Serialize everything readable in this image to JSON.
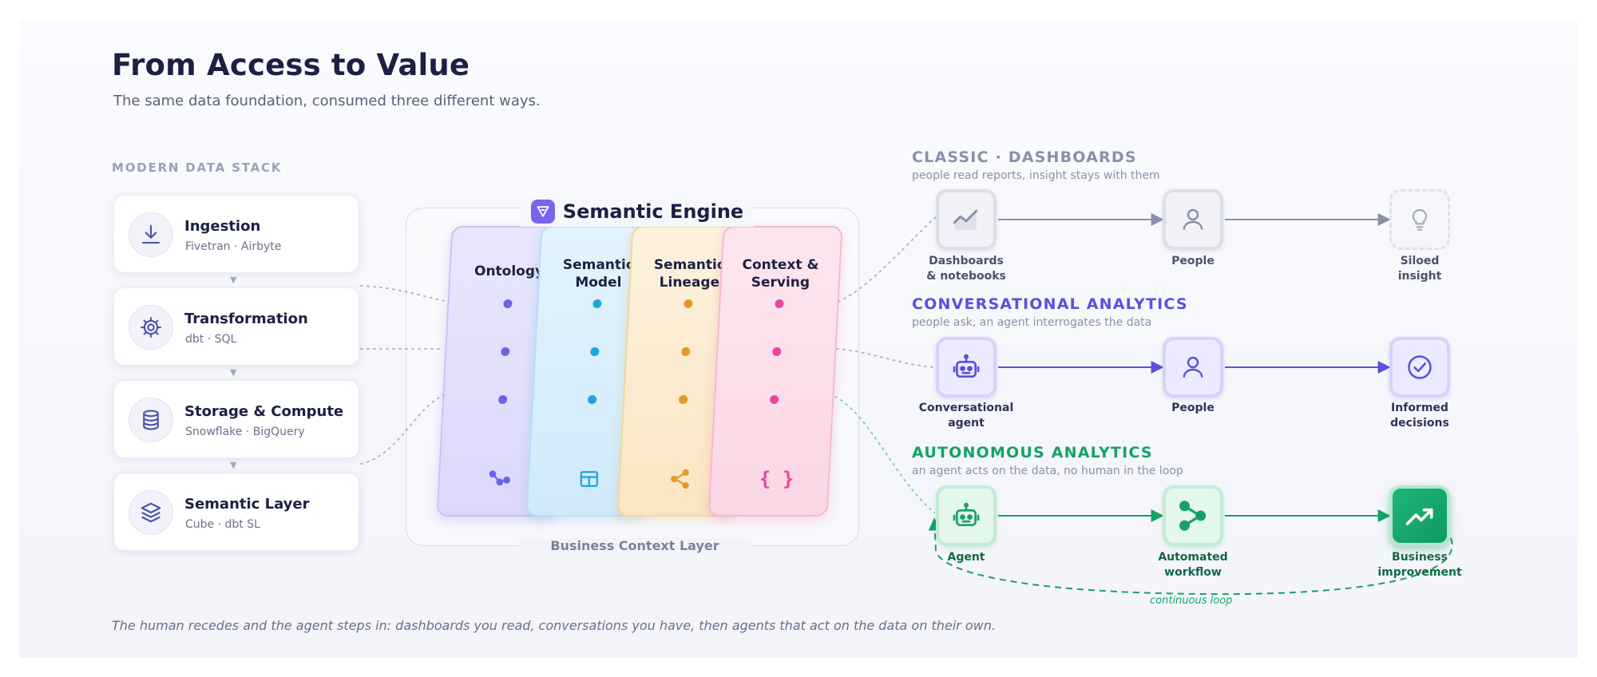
{
  "header": {
    "title": "From Access to Value",
    "subtitle": "The same data foundation, consumed three different ways."
  },
  "stack": {
    "heading": "MODERN DATA STACK",
    "items": [
      {
        "name": "Ingestion",
        "tools": "Fivetran · Airbyte",
        "icon": "download-icon"
      },
      {
        "name": "Transformation",
        "tools": "dbt · SQL",
        "icon": "gear-icon"
      },
      {
        "name": "Storage & Compute",
        "tools": "Snowflake · BigQuery",
        "icon": "database-icon"
      },
      {
        "name": "Semantic Layer",
        "tools": "Cube · dbt SL",
        "icon": "layers-icon"
      }
    ]
  },
  "engine": {
    "title": "Semantic Engine",
    "footer": "Business Context Layer",
    "pillars": [
      {
        "label": "Ontology",
        "color": "#6b63e6",
        "icon": "graph-nodes-icon"
      },
      {
        "label": "Semantic Model",
        "label_line1": "Semantic",
        "label_line2": "Model",
        "color": "#1ea5e0",
        "icon": "table-grid-icon"
      },
      {
        "label": "Semantic Lineage",
        "label_line1": "Semantic",
        "label_line2": "Lineage",
        "color": "#e3982c",
        "icon": "share-icon"
      },
      {
        "label": "Context & Serving",
        "label_line1": "Context &",
        "label_line2": "Serving",
        "color": "#e6489b",
        "icon": "curly-braces-icon"
      }
    ]
  },
  "flows": {
    "classic": {
      "title": "CLASSIC · DASHBOARDS",
      "subtitle": "people read reports, insight stays with them",
      "color": "#8a8fab",
      "nodes": [
        {
          "line1": "Dashboards",
          "line2": "& notebooks",
          "icon": "chart-line-icon"
        },
        {
          "line1": "People",
          "line2": "",
          "icon": "person-icon"
        },
        {
          "line1": "Siloed",
          "line2": "insight",
          "icon": "lightbulb-icon"
        }
      ]
    },
    "conversational": {
      "title": "CONVERSATIONAL ANALYTICS",
      "subtitle": "people ask, an agent interrogates the data",
      "color": "#5b4fe0",
      "nodes": [
        {
          "line1": "Conversational",
          "line2": "agent",
          "icon": "robot-icon"
        },
        {
          "line1": "People",
          "line2": "",
          "icon": "person-icon"
        },
        {
          "line1": "Informed",
          "line2": "decisions",
          "icon": "check-circle-icon"
        }
      ]
    },
    "autonomous": {
      "title": "AUTONOMOUS ANALYTICS",
      "subtitle": "an agent acts on the data, no human in the loop",
      "color": "#16a068",
      "loop_label": "continuous loop",
      "nodes": [
        {
          "line1": "Agent",
          "line2": "",
          "icon": "robot-icon"
        },
        {
          "line1": "Automated",
          "line2": "workflow",
          "icon": "workflow-icon"
        },
        {
          "line1": "Business",
          "line2": "improvement",
          "icon": "trend-up-icon"
        }
      ]
    }
  },
  "footer_note": "The human recedes and the agent steps in: dashboards you read, conversations you have, then agents that act on the data on their own."
}
